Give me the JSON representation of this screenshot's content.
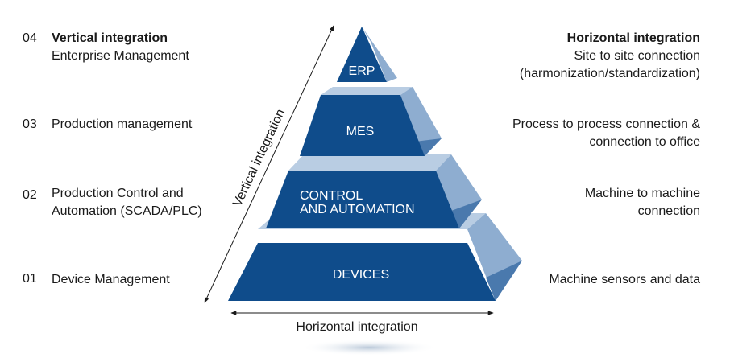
{
  "levels": [
    {
      "number": "04",
      "title": "Vertical integration",
      "subtitle": "Enterprise Management"
    },
    {
      "number": "03",
      "title": "Production management"
    },
    {
      "number": "02",
      "title": "Production Control and",
      "subtitle": "Automation (SCADA/PLC)"
    },
    {
      "number": "01",
      "title": "Device Management"
    }
  ],
  "right": [
    {
      "title": "Horizontal integration",
      "line1": "Site to site connection",
      "line2": "(harmonization/standardization)"
    },
    {
      "line1": "Process to process connection &",
      "line2": "connection to office"
    },
    {
      "line1": "Machine to machine",
      "line2": "connection"
    },
    {
      "line1": "Machine sensors and data"
    }
  ],
  "tiers": {
    "erp": "ERP",
    "mes": "MES",
    "control_line1": "CONTROL",
    "control_line2": "AND AUTOMATION",
    "devices": "DEVICES"
  },
  "axes": {
    "vertical": "Vertical integration",
    "horizontal": "Horizontal integration"
  },
  "colors": {
    "front": "#0f4c8b",
    "side_light": "#8eadd0",
    "side_dark": "#4a79ad",
    "top_band": "#b9cde3"
  }
}
